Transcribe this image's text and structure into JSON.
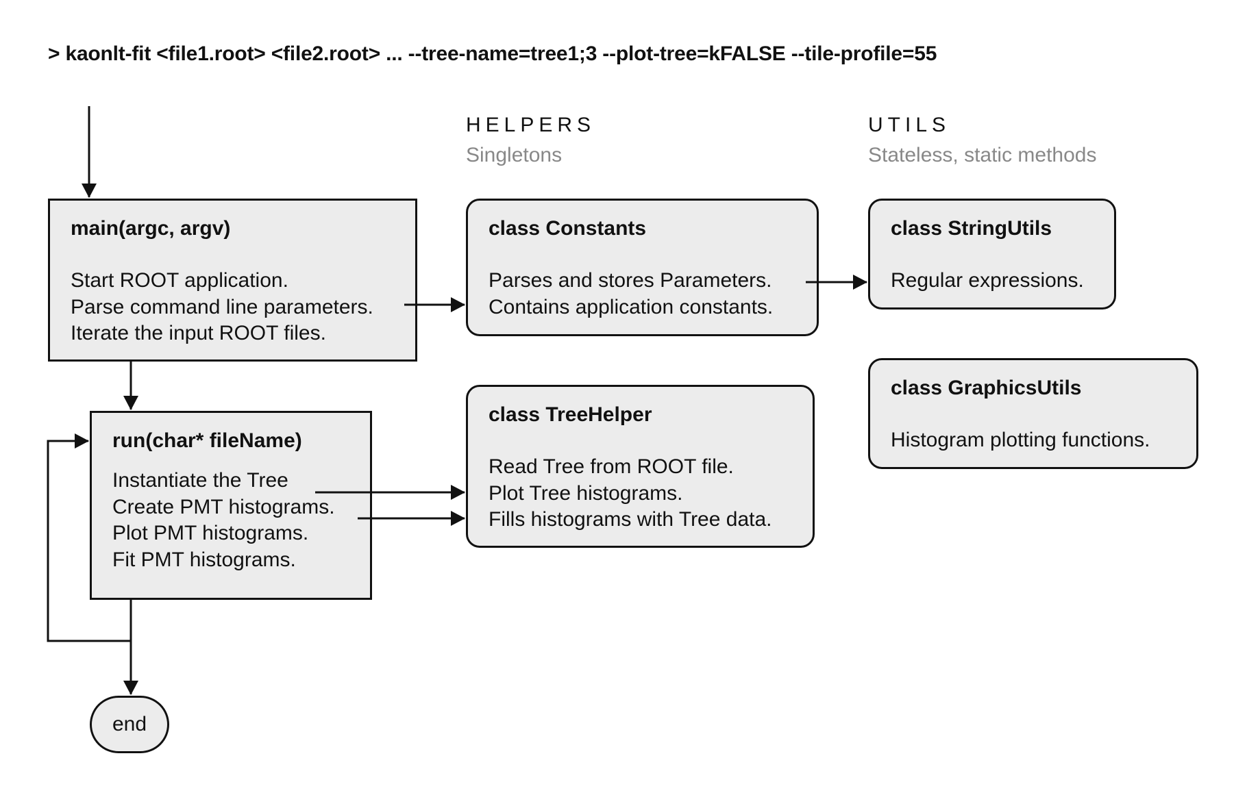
{
  "command": "> kaonlt-fit <file1.root> <file2.root> ... --tree-name=tree1;3 --plot-tree=kFALSE --tile-profile=55",
  "columns": {
    "helpers": {
      "title": "HELPERS",
      "subtitle": "Singletons"
    },
    "utils": {
      "title": "UTILS",
      "subtitle": "Stateless, static methods"
    }
  },
  "boxes": {
    "main": {
      "title": "main(argc, argv)",
      "lines": [
        "Start ROOT application.",
        "Parse command line parameters.",
        "Iterate the input ROOT files."
      ]
    },
    "run": {
      "title": "run(char* fileName)",
      "lines": [
        "Instantiate the Tree",
        "Create PMT histograms.",
        "Plot PMT histograms.",
        "Fit PMT histograms."
      ]
    },
    "constants": {
      "title": "class Constants",
      "lines": [
        "Parses and stores Parameters.",
        "Contains application constants."
      ]
    },
    "tree_helper": {
      "title": "class TreeHelper",
      "lines": [
        "Read Tree from ROOT file.",
        "Plot Tree histograms.",
        "Fills histograms with Tree data."
      ]
    },
    "string_utils": {
      "title": "class StringUtils",
      "lines": [
        "Regular expressions."
      ]
    },
    "graphics_utils": {
      "title": "class GraphicsUtils",
      "lines": [
        "Histogram plotting functions."
      ]
    },
    "end": {
      "label": "end"
    }
  }
}
